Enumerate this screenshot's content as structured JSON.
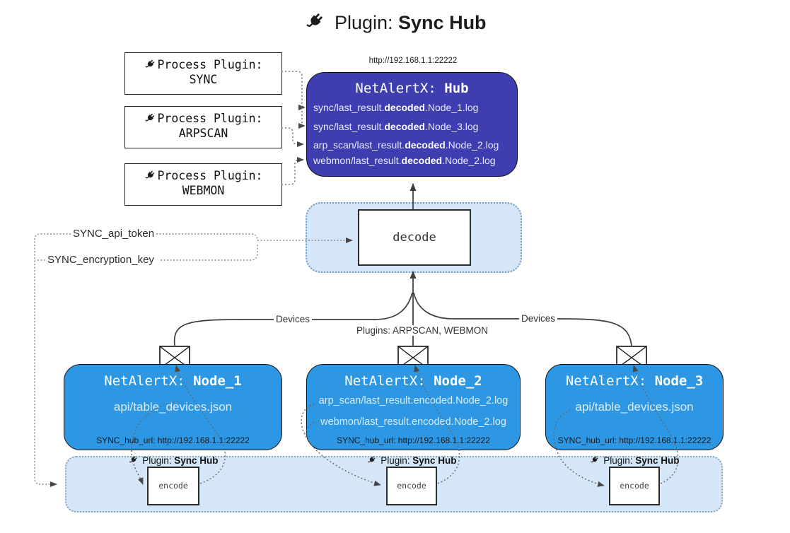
{
  "title": {
    "prefix": "Plugin:",
    "bold": "Sync Hub"
  },
  "process_plugins": [
    {
      "label": "Process Plugin:",
      "name": "SYNC"
    },
    {
      "label": "Process Plugin:",
      "name": "ARPSCAN"
    },
    {
      "label": "Process Plugin:",
      "name": "WEBMON"
    }
  ],
  "hub": {
    "url": "http://192.168.1.1:22222",
    "title_prefix": "NetAlertX: ",
    "title_bold": "Hub",
    "logs": [
      {
        "pre": "sync/last_result.",
        "bold": "decoded",
        "post": ".Node_1.log"
      },
      {
        "pre": "sync/last_result.",
        "bold": "decoded",
        "post": ".Node_3.log"
      },
      {
        "pre": "arp_scan/last_result.",
        "bold": "decoded",
        "post": ".Node_2.log"
      },
      {
        "pre": "webmon/last_result.",
        "bold": "decoded",
        "post": ".Node_2.log"
      }
    ]
  },
  "decode": {
    "label": "decode"
  },
  "tokens": {
    "api_token": "SYNC_api_token",
    "encryption_key": "SYNC_encryption_key"
  },
  "edges": {
    "devices_left": "Devices",
    "devices_right": "Devices",
    "plugins_mid": "Plugins: ARPSCAN, WEBMON"
  },
  "nodes": [
    {
      "title_prefix": "NetAlertX: ",
      "title_bold": "Node_1",
      "lines": [
        "api/table_devices.json"
      ],
      "hub_url": "SYNC_hub_url: http://192.168.1.1:22222"
    },
    {
      "title_prefix": "NetAlertX: ",
      "title_bold": "Node_2",
      "lines": [
        "arp_scan/last_result.encoded.Node_2.log",
        "webmon/last_result.encoded.Node_2.log"
      ],
      "hub_url": "SYNC_hub_url: http://192.168.1.1:22222"
    },
    {
      "title_prefix": "NetAlertX: ",
      "title_bold": "Node_3",
      "lines": [
        "api/table_devices.json"
      ],
      "hub_url": "SYNC_hub_url: http://192.168.1.1:22222"
    }
  ],
  "encode_band": {
    "plugin_label": "Plugin:",
    "plugin_bold": "Sync Hub",
    "encode_label": "encode"
  },
  "icons": {
    "plug": "plug-icon",
    "envelope": "envelope-icon"
  },
  "colors": {
    "hub_bg": "#3e3eb0",
    "node_bg": "#2e97e3",
    "panel_bg": "#d4e6f8",
    "panel_border_blue": "#6f9ac9",
    "panel_border_gray": "#8fa5bb",
    "line": "#3c3c3c"
  }
}
